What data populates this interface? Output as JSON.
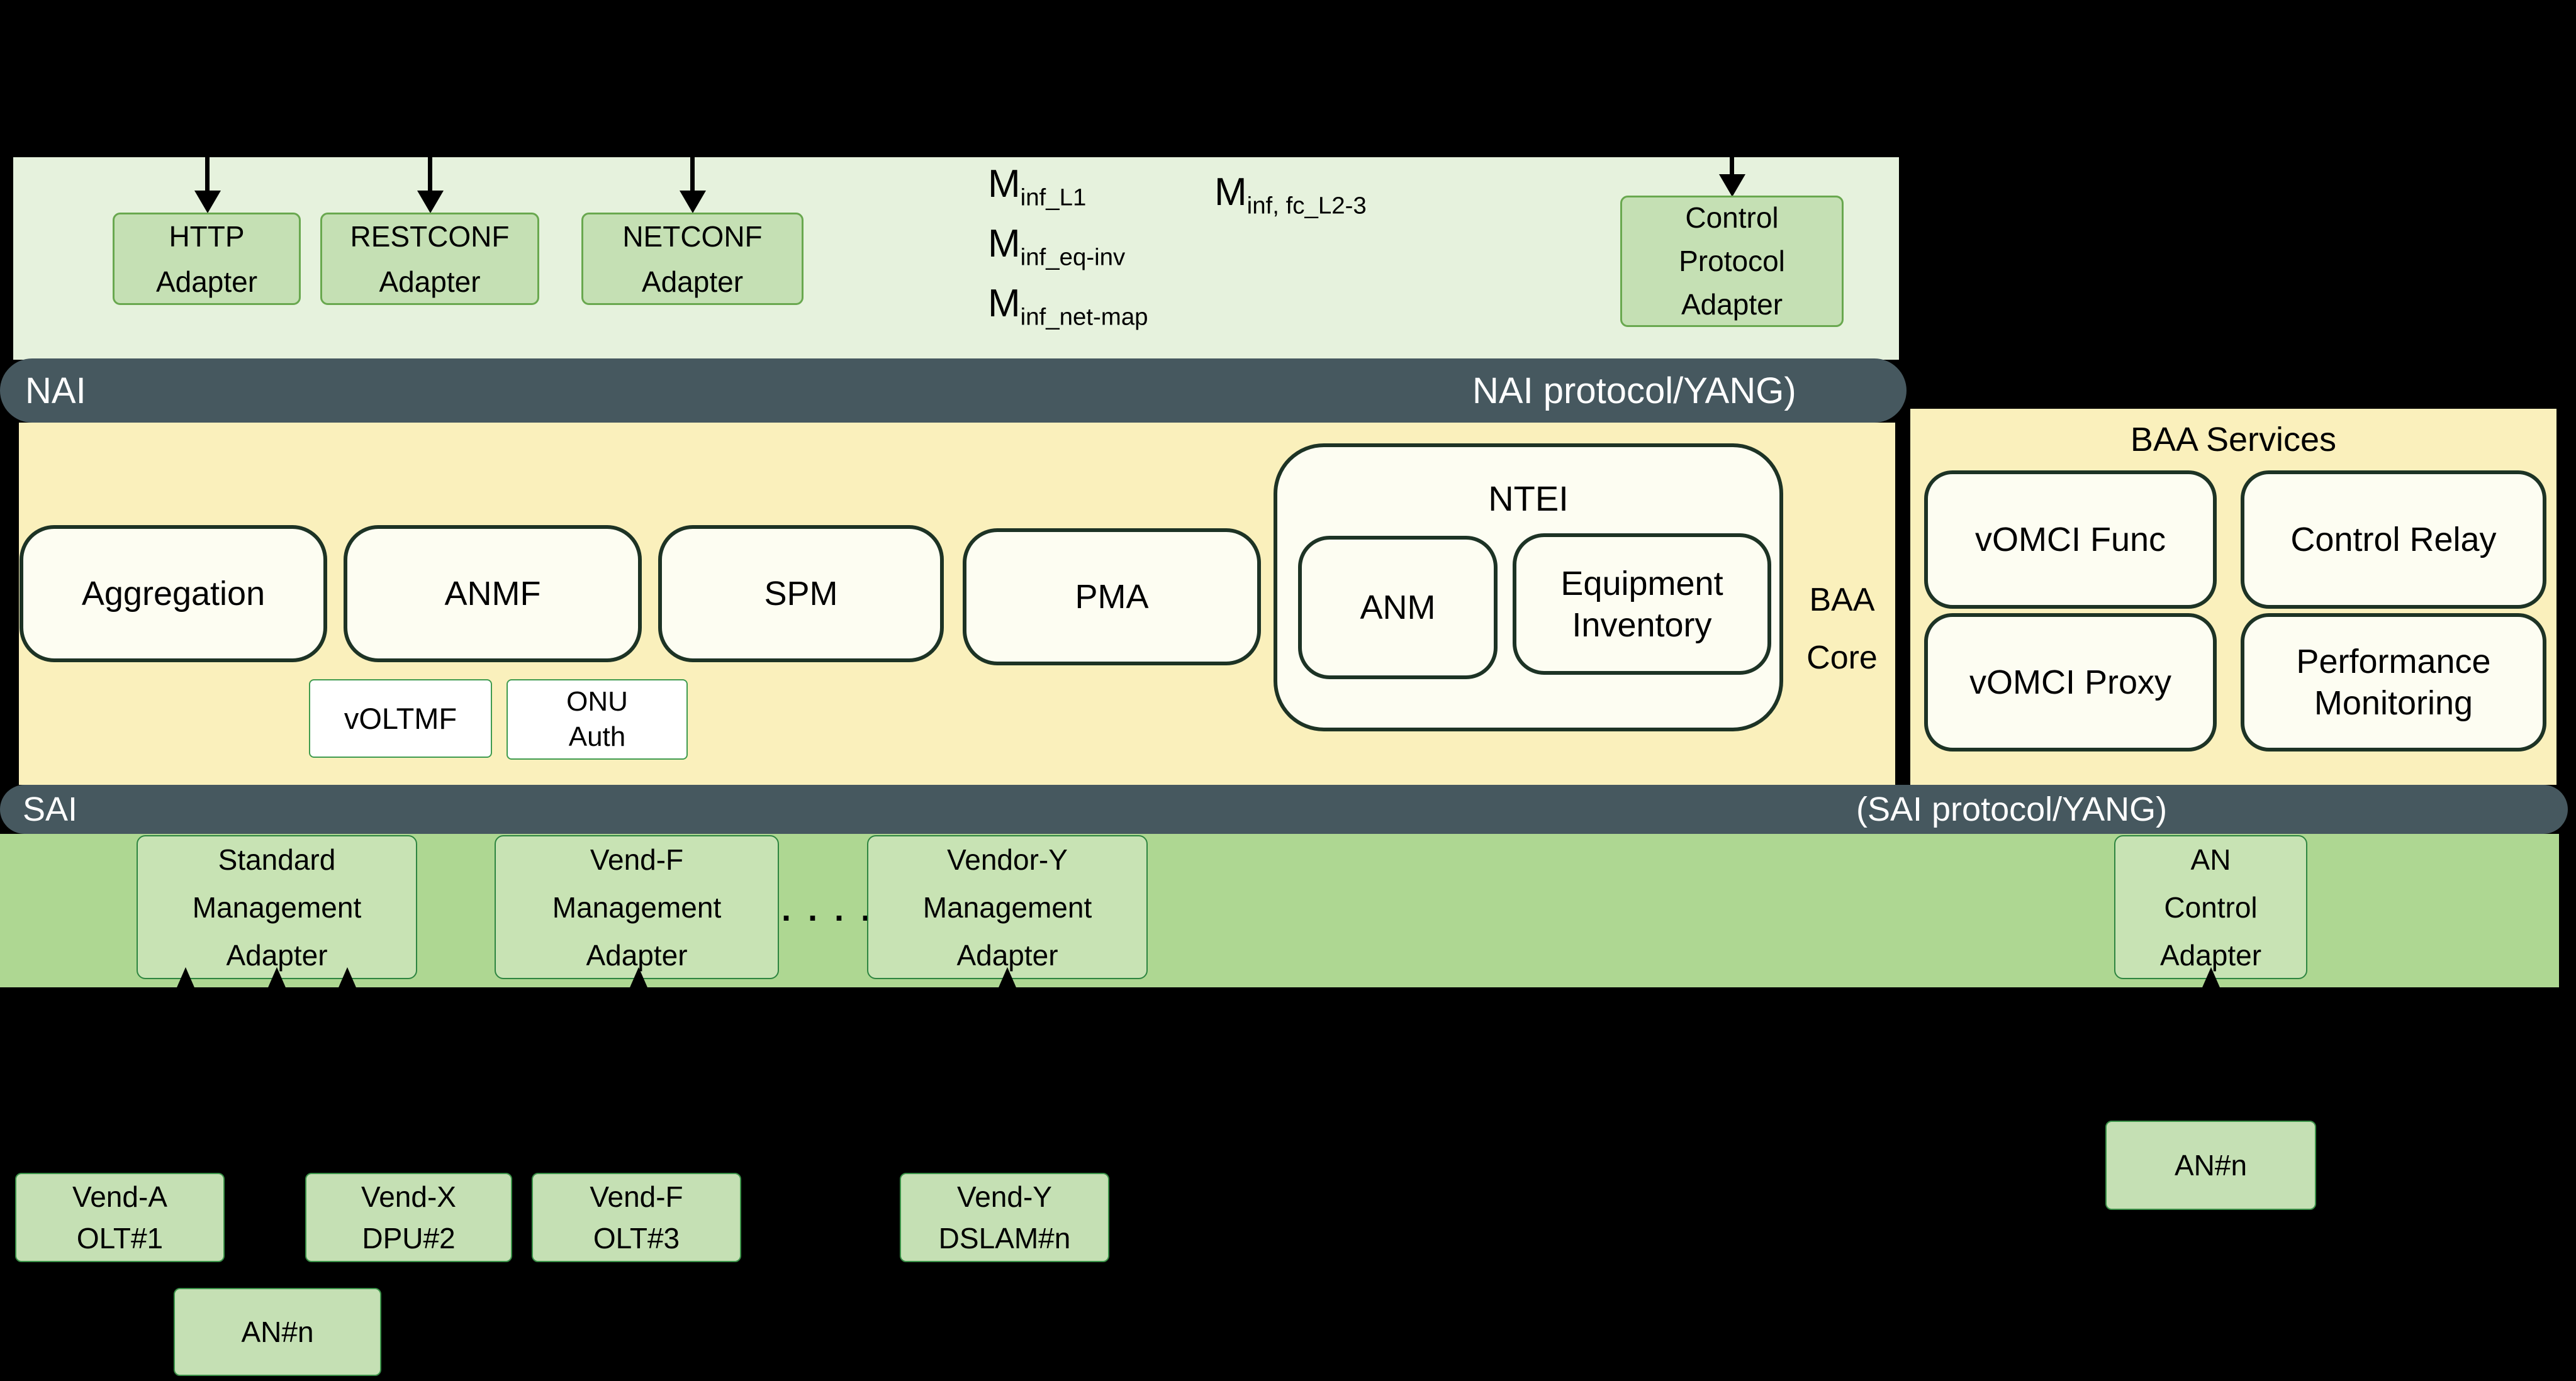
{
  "colors": {
    "background": "#000000",
    "top_panel_green": "#e6f2dd",
    "core_yellow": "#faf0bc",
    "interface_bar_slate": "#46585f",
    "band_green": "#aed792",
    "adapter_green": "#c5e0b4",
    "module_cream": "#fdfdf2",
    "module_border_dark_green": "#1d3325"
  },
  "top_panel": {
    "adapters": [
      {
        "label": "HTTP\nAdapter"
      },
      {
        "label": "RESTCONF\nAdapter"
      },
      {
        "label": "NETCONF\nAdapter"
      },
      {
        "label": "Control\nProtocol\nAdapter"
      }
    ],
    "m_labels": [
      {
        "base": "M",
        "sub": "inf_L1"
      },
      {
        "base": "M",
        "sub": "inf, fc_L2-3"
      },
      {
        "base": "M",
        "sub": "inf_eq-inv"
      },
      {
        "base": "M",
        "sub": "inf_net-map"
      }
    ]
  },
  "nai_bar": {
    "left_label": "NAI",
    "right_label": "NAI protocol/YANG)"
  },
  "baa_core": {
    "side_label": "BAA\nCore",
    "modules": [
      {
        "label": "Aggregation"
      },
      {
        "label": "ANMF"
      },
      {
        "label": "SPM"
      },
      {
        "label": "PMA"
      }
    ],
    "ntei": {
      "title": "NTEI",
      "children": [
        {
          "label": "ANM"
        },
        {
          "label": "Equipment\nInventory"
        }
      ]
    },
    "sub_modules": [
      {
        "label": "vOLTMF"
      },
      {
        "label": "ONU\nAuth"
      }
    ]
  },
  "baa_services": {
    "title": "BAA Services",
    "modules": [
      {
        "label": "vOMCI Func"
      },
      {
        "label": "Control Relay"
      },
      {
        "label": "vOMCI Proxy"
      },
      {
        "label": "Performance\nMonitoring"
      }
    ]
  },
  "sai_bar": {
    "left_label": "SAI",
    "right_label": "(SAI protocol/YANG)"
  },
  "sai_band": {
    "adapters": [
      {
        "label": "Standard\nManagement\nAdapter"
      },
      {
        "label": "Vend-F\nManagement\nAdapter"
      },
      {
        "label": "Vendor-Y\nManagement\nAdapter"
      },
      {
        "label": "AN\nControl\nAdapter"
      }
    ],
    "ellipsis": ". . . ."
  },
  "devices": [
    {
      "label": "Vend-A\nOLT#1"
    },
    {
      "label": "Vend-X\nDPU#2"
    },
    {
      "label": "Vend-F\nOLT#3"
    },
    {
      "label": "Vend-Y\nDSLAM#n"
    },
    {
      "label": "AN#n"
    },
    {
      "label": "AN#n"
    }
  ]
}
